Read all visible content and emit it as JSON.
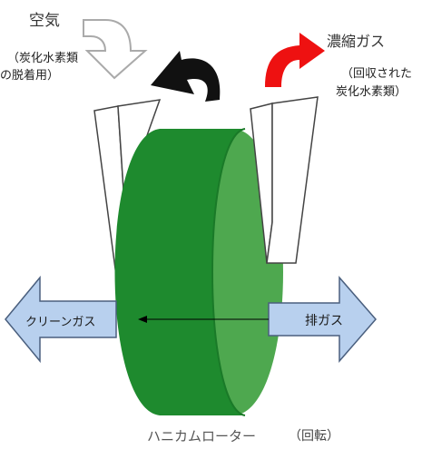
{
  "labels": {
    "air": "空気",
    "air_note_line1": "（炭化水素類",
    "air_note_line2": "の脱着用）",
    "concentrated_gas": "濃縮ガス",
    "concentrated_note_line1": "（回収された",
    "concentrated_note_line2": "炭化水素類）",
    "clean_gas": "クリーンガス",
    "exhaust_gas": "排ガス",
    "rotor": "ハニカムローター",
    "rotor_note": "（回転）"
  },
  "colors": {
    "rotor_face": "#1e8a2e",
    "rotor_rim": "#4ea84f",
    "flow_arrow_fill": "#b8d0ee",
    "flow_arrow_stroke": "#4a5f7e",
    "rotation_arrow": "#111111",
    "concentrated_arrow": "#ee1111",
    "air_arrow_stroke": "#aaaaaa"
  },
  "icons": {
    "air_inlet": "curved-arrow-down-icon",
    "concentrated_outlet": "curved-arrow-up-right-icon",
    "rotation": "rotation-arrow-icon"
  }
}
